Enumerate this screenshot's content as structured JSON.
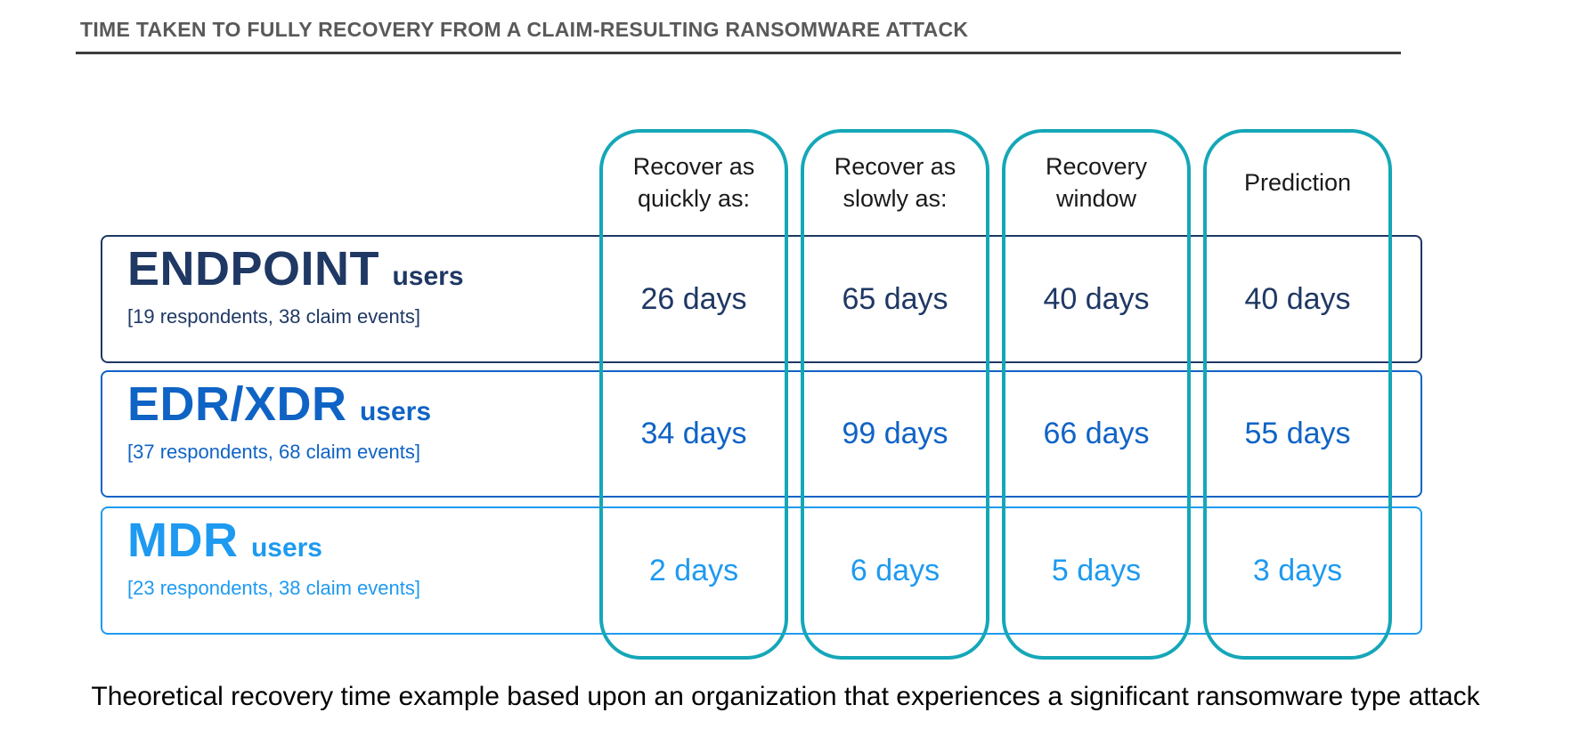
{
  "title": "TIME TAKEN TO FULLY RECOVERY FROM A CLAIM-RESULTING RANSOMWARE ATTACK",
  "caption": "Theoretical recovery time example based upon an organization that experiences a significant ransomware type attack",
  "colors": {
    "capsule_teal": "#15A7B8",
    "endpoint_navy": "#1F3864",
    "edr_xdr_blue": "#0F63C5",
    "mdr_light_blue": "#1E9AF0",
    "title_gray": "#595959",
    "underline_dark": "#3D3D3D",
    "header_text": "#1A1A1A"
  },
  "columns": [
    {
      "label_line1": "Recover as",
      "label_line2": "quickly as:"
    },
    {
      "label_line1": "Recover as",
      "label_line2": "slowly as:"
    },
    {
      "label_line1": "Recovery",
      "label_line2": "window"
    },
    {
      "label_line1": "Prediction",
      "label_line2": ""
    }
  ],
  "rows": [
    {
      "name": "ENDPOINT",
      "suffix": "users",
      "detail": "[19 respondents, 38 claim events]",
      "values": [
        "26 days",
        "65 days",
        "40 days",
        "40 days"
      ]
    },
    {
      "name": "EDR/XDR",
      "suffix": "users",
      "detail": "[37 respondents, 68 claim events]",
      "values": [
        "34 days",
        "99 days",
        "66 days",
        "55 days"
      ]
    },
    {
      "name": "MDR",
      "suffix": "users",
      "detail": "[23 respondents, 38 claim events]",
      "values": [
        "2 days",
        "6 days",
        "5 days",
        "3 days"
      ]
    }
  ],
  "chart_data": {
    "type": "table",
    "title": "TIME TAKEN TO FULLY RECOVERY FROM A CLAIM-RESULTING RANSOMWARE ATTACK",
    "columns": [
      "Recover as quickly as:",
      "Recover as slowly as:",
      "Recovery window",
      "Prediction"
    ],
    "rows": [
      {
        "group": "ENDPOINT users",
        "respondents": 19,
        "claim_events": 38,
        "values_days": [
          26,
          65,
          40,
          40
        ]
      },
      {
        "group": "EDR/XDR users",
        "respondents": 37,
        "claim_events": 68,
        "values_days": [
          34,
          99,
          66,
          55
        ]
      },
      {
        "group": "MDR users",
        "respondents": 23,
        "claim_events": 38,
        "values_days": [
          2,
          6,
          5,
          3
        ]
      }
    ],
    "unit": "days",
    "note": "Theoretical recovery time example based upon an organization that experiences a significant ransomware type attack"
  }
}
